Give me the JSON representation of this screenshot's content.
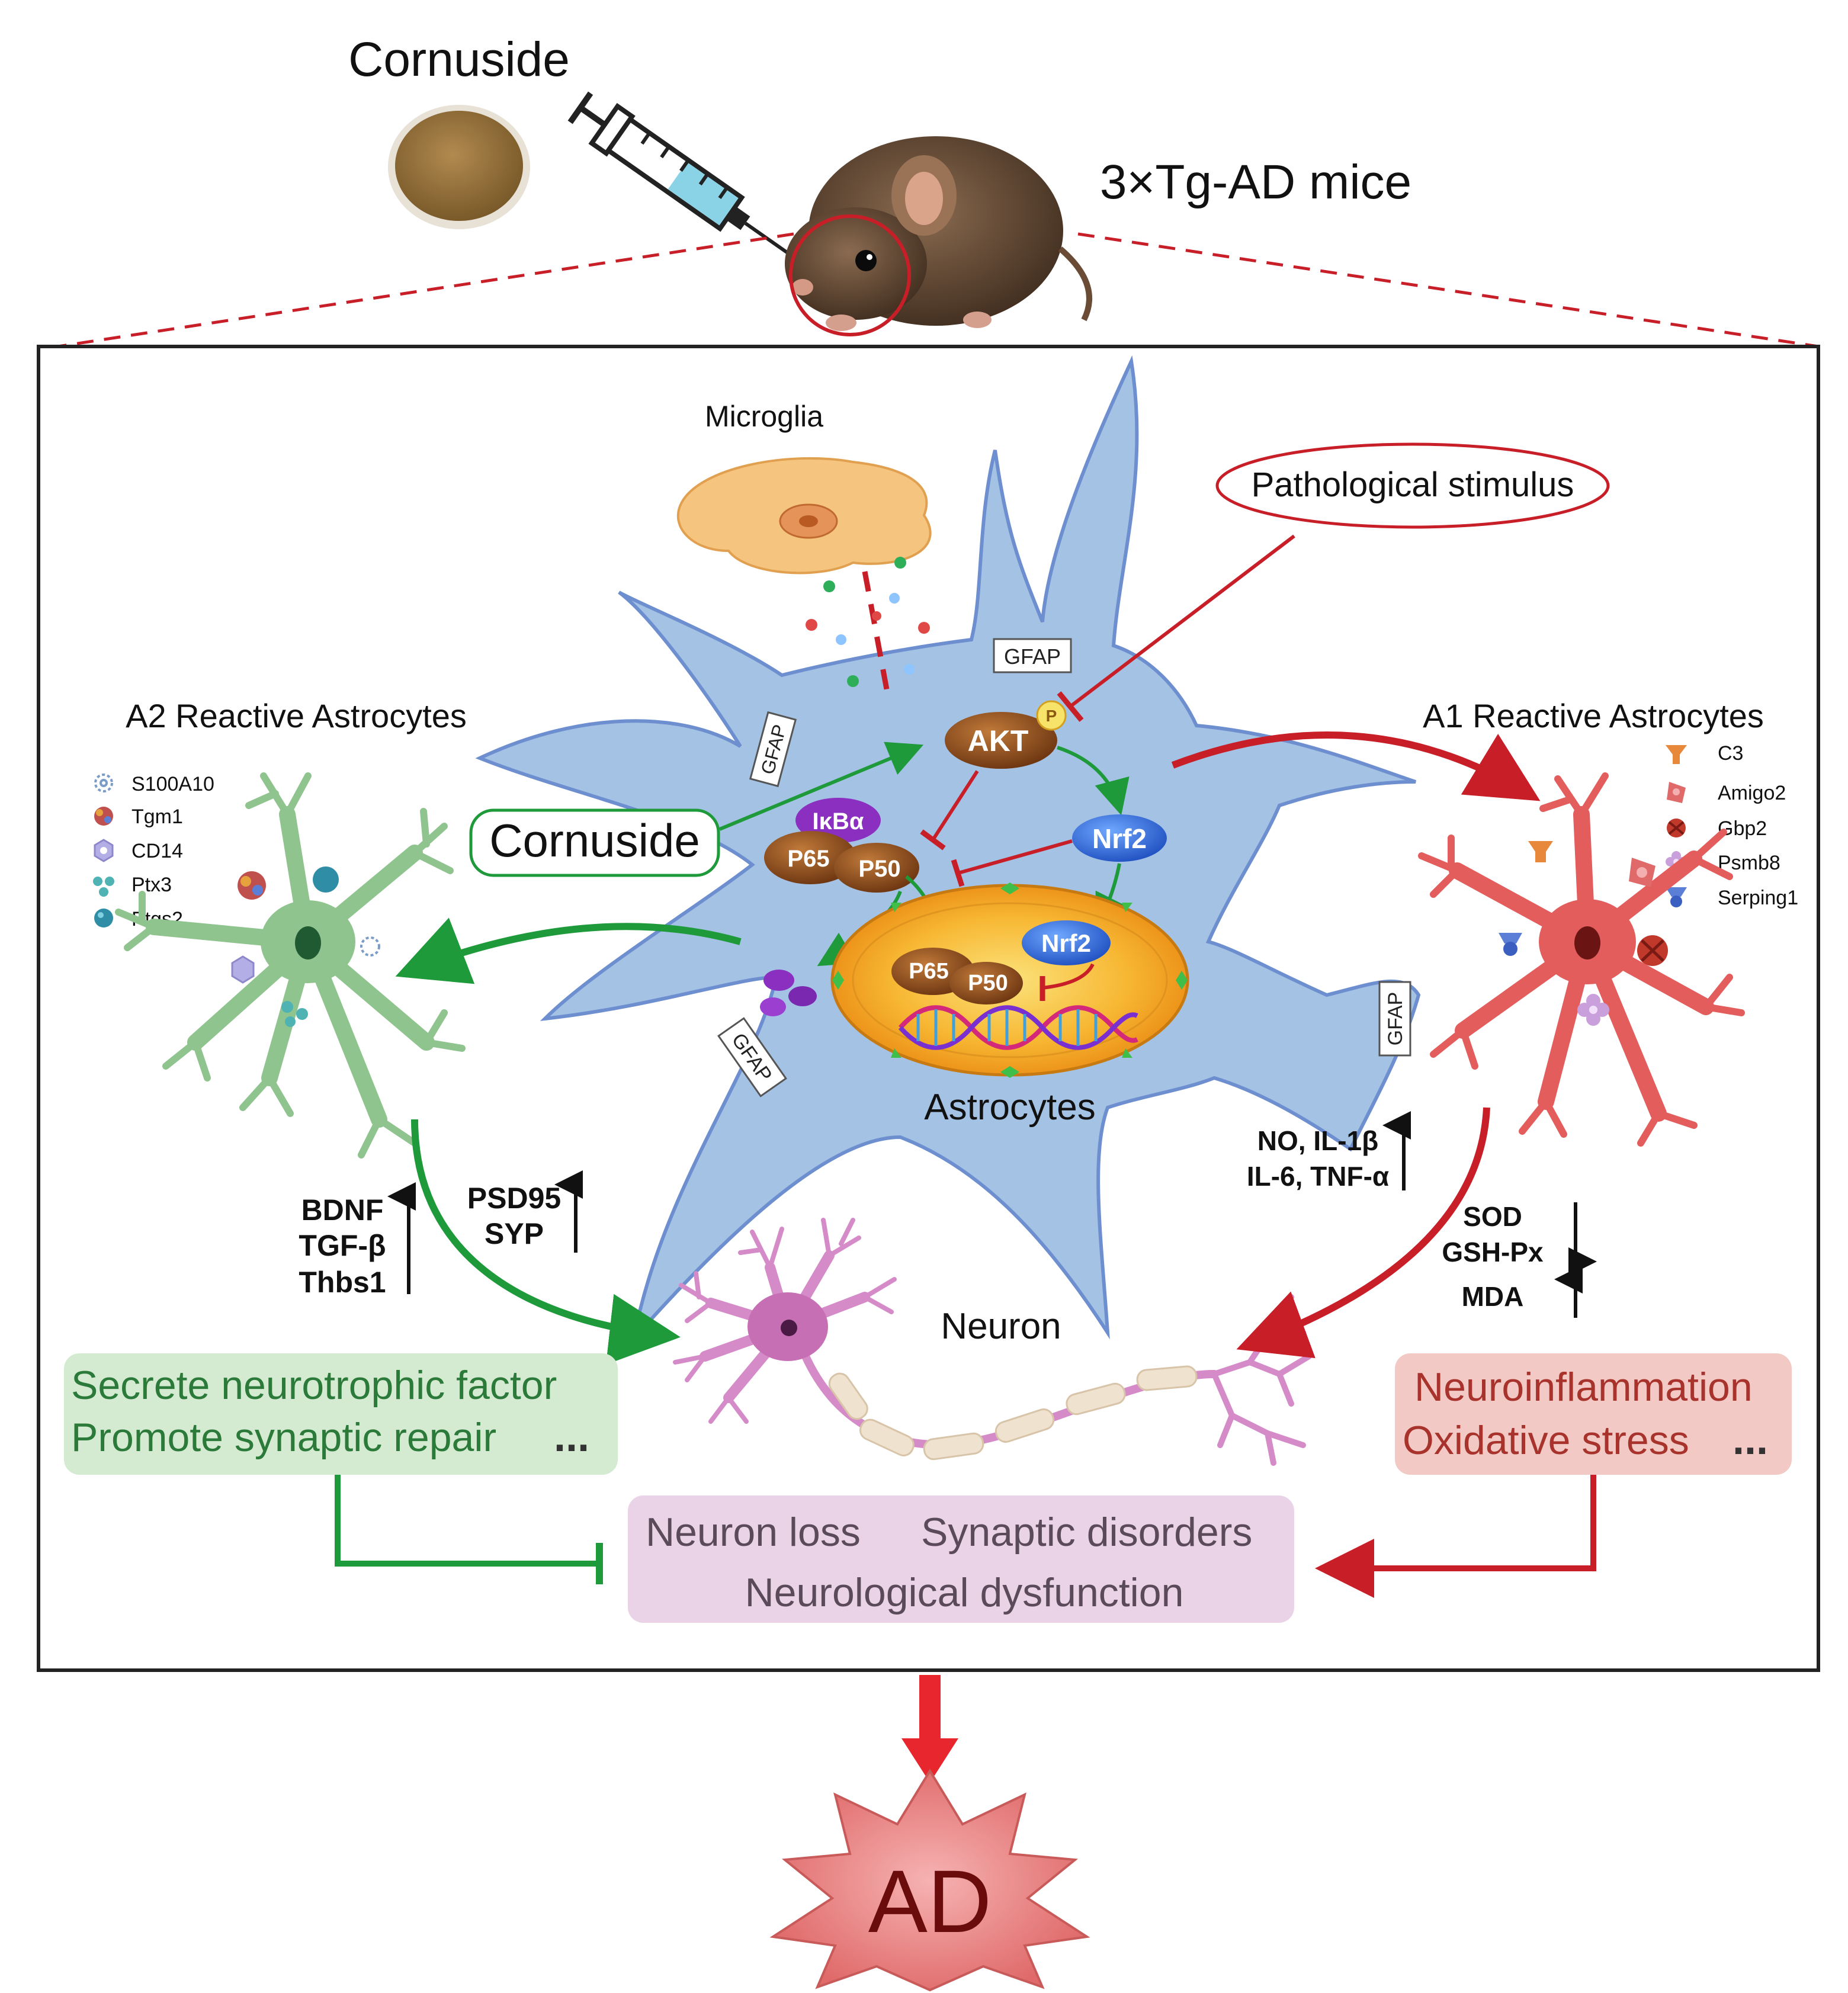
{
  "header": {
    "drug_label": "Cornuside",
    "model_label": "3×Tg-AD mice"
  },
  "microglia": {
    "label": "Microglia"
  },
  "stimulus": {
    "label": "Pathological stimulus"
  },
  "astrocyte": {
    "label": "Astrocytes",
    "gfap_label": "GFAP",
    "drug_label": "Cornuside"
  },
  "pathway": {
    "akt": "AKT",
    "phospho": "P",
    "nrf2": "Nrf2",
    "ikba": "IκBα",
    "p65": "P65",
    "p50": "P50"
  },
  "a2": {
    "title": "A2 Reactive Astrocytes",
    "markers": [
      {
        "name": "S100A10",
        "icon": "s100a10-icon",
        "color": "#7a9cc6"
      },
      {
        "name": "Tgm1",
        "icon": "tgm1-icon",
        "color": "#c0504d"
      },
      {
        "name": "CD14",
        "icon": "cd14-icon",
        "color": "#8e87c9"
      },
      {
        "name": "Ptx3",
        "icon": "ptx3-icon",
        "color": "#4fb3b3"
      },
      {
        "name": "Ptgs2",
        "icon": "ptgs2-icon",
        "color": "#2f8ea6"
      }
    ],
    "up_factors": [
      "BDNF",
      "TGF-β",
      "Thbs1"
    ],
    "synapse_up": [
      "PSD95",
      "SYP"
    ],
    "effect_lines": [
      "Secrete neurotrophic factor",
      "Promote synaptic repair",
      "..."
    ]
  },
  "a1": {
    "title": "A1 Reactive Astrocytes",
    "markers": [
      {
        "name": "C3",
        "icon": "c3-icon",
        "color": "#e8883a"
      },
      {
        "name": "Amigo2",
        "icon": "amigo2-icon",
        "color": "#e06a6a"
      },
      {
        "name": "Gbp2",
        "icon": "gbp2-icon",
        "color": "#c0392b"
      },
      {
        "name": "Psmb8",
        "icon": "psmb8-icon",
        "color": "#c9a0dc"
      },
      {
        "name": "Serping1",
        "icon": "serping1-icon",
        "color": "#5b7fd6"
      }
    ],
    "up_factors": [
      "NO, IL-1β",
      "IL-6, TNF-α"
    ],
    "down_factors": [
      "SOD",
      "GSH-Px"
    ],
    "up_factor2": "MDA",
    "effect_lines": [
      "Neuroinflammation",
      "Oxidative stress",
      "..."
    ]
  },
  "neuron": {
    "label": "Neuron"
  },
  "outcome": {
    "line1_a": "Neuron loss",
    "line1_b": "Synaptic disorders",
    "line2": "Neurological dysfunction"
  },
  "disease": {
    "label": "AD"
  },
  "colors": {
    "green": "#1e9a3a",
    "red": "#c81e28",
    "astro_blue": "#a4c2e4",
    "astro_edge": "#6e8fcf",
    "a2_green": "#8fc48f",
    "a1_red": "#e35d5d",
    "neuron_pink": "#d58bc8",
    "green_box": "#d4ead1",
    "red_box": "#f2c9c5",
    "outcome_box": "#ead3e6"
  }
}
